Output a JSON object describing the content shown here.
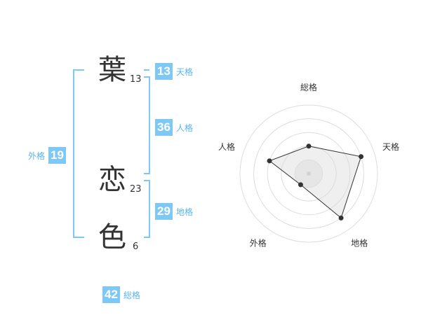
{
  "name_chars": [
    {
      "char": "葉",
      "strokes": "13"
    },
    {
      "char": "恋",
      "strokes": "23"
    },
    {
      "char": "色",
      "strokes": "6"
    }
  ],
  "fortunes": {
    "tenkaku": {
      "value": "13",
      "label": "天格"
    },
    "jinkaku": {
      "value": "36",
      "label": "人格"
    },
    "chikaku": {
      "value": "29",
      "label": "地格"
    },
    "gaikaku": {
      "value": "19",
      "label": "外格"
    },
    "soukaku": {
      "value": "42",
      "label": "総格"
    }
  },
  "colors": {
    "accent": "#7ec8f5",
    "label": "#5ab4ea",
    "bracket": "#7ec8f5",
    "radar_fill": "#eeeeee"
  },
  "chart_data": {
    "type": "radar",
    "axes": [
      "総格",
      "天格",
      "地格",
      "外格",
      "人格"
    ],
    "values": [
      2,
      4,
      4,
      1,
      3
    ],
    "max": 5,
    "rings": 5
  }
}
